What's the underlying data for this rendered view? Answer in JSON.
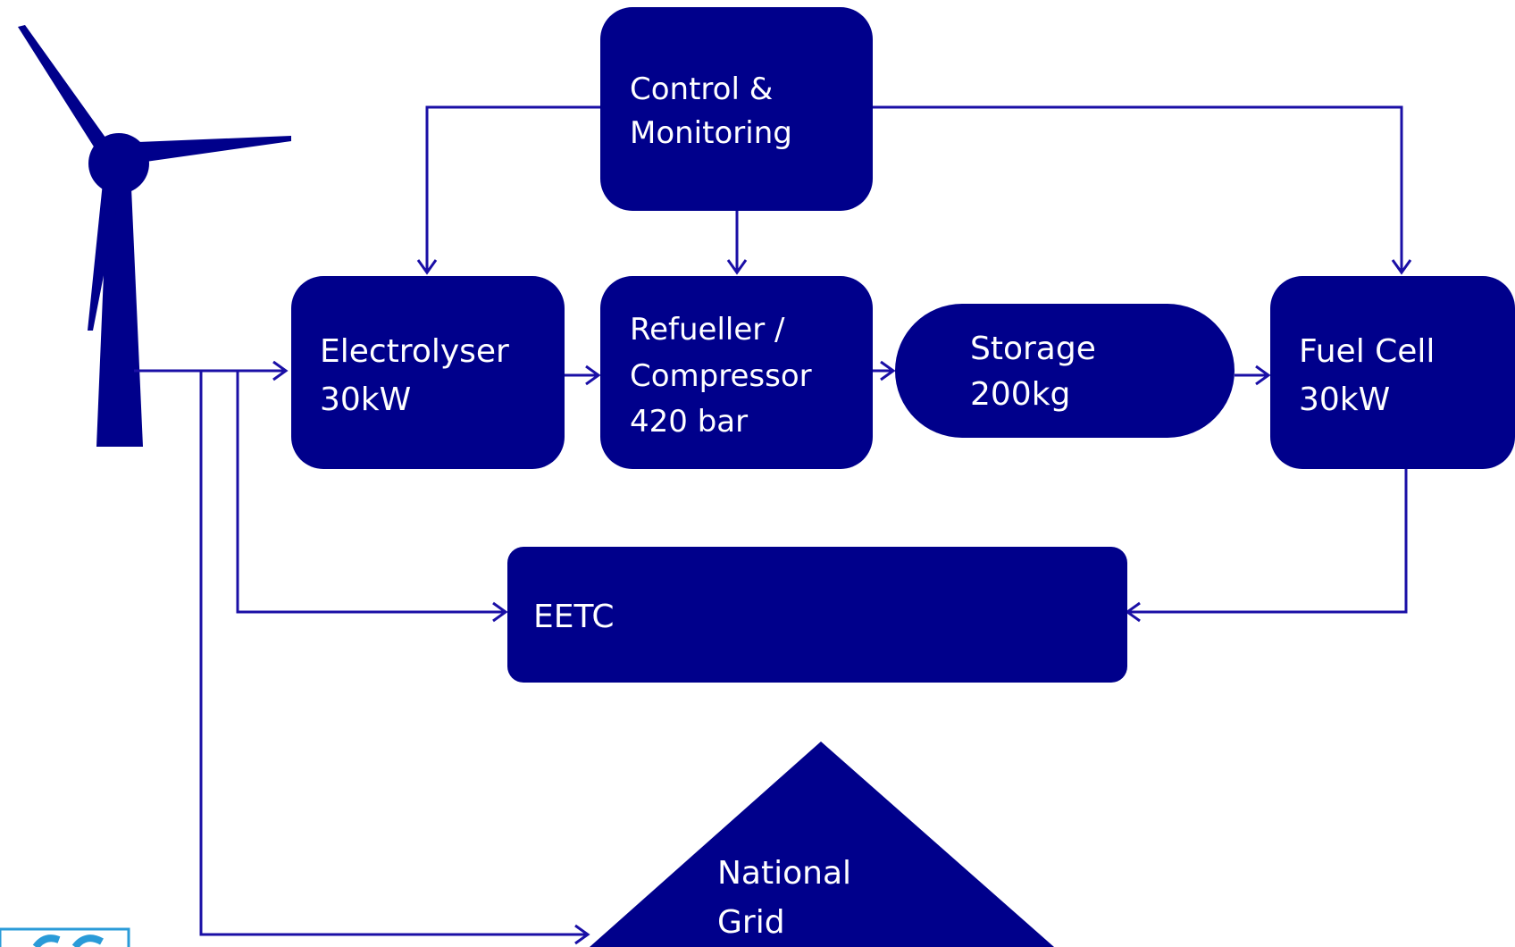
{
  "nodes": {
    "control": {
      "line1": "Control &",
      "line2": "Monitoring"
    },
    "electrolyser": {
      "line1": "Electrolyser",
      "line2": "30kW"
    },
    "refueller": {
      "line1": "Refueller /",
      "line2": "Compressor",
      "line3": "420 bar"
    },
    "storage": {
      "line1": "Storage",
      "line2": "200kg"
    },
    "fuel_cell": {
      "line1": "Fuel Cell",
      "line2": "30kW"
    },
    "eetc": {
      "label": "EETC"
    },
    "national_grid": {
      "line1": "National",
      "line2": "Grid"
    }
  },
  "colors": {
    "node_fill": "#00008b",
    "connector": "#1a0fa6",
    "text": "#ffffff"
  },
  "icons": [
    "wind-turbine-icon"
  ]
}
